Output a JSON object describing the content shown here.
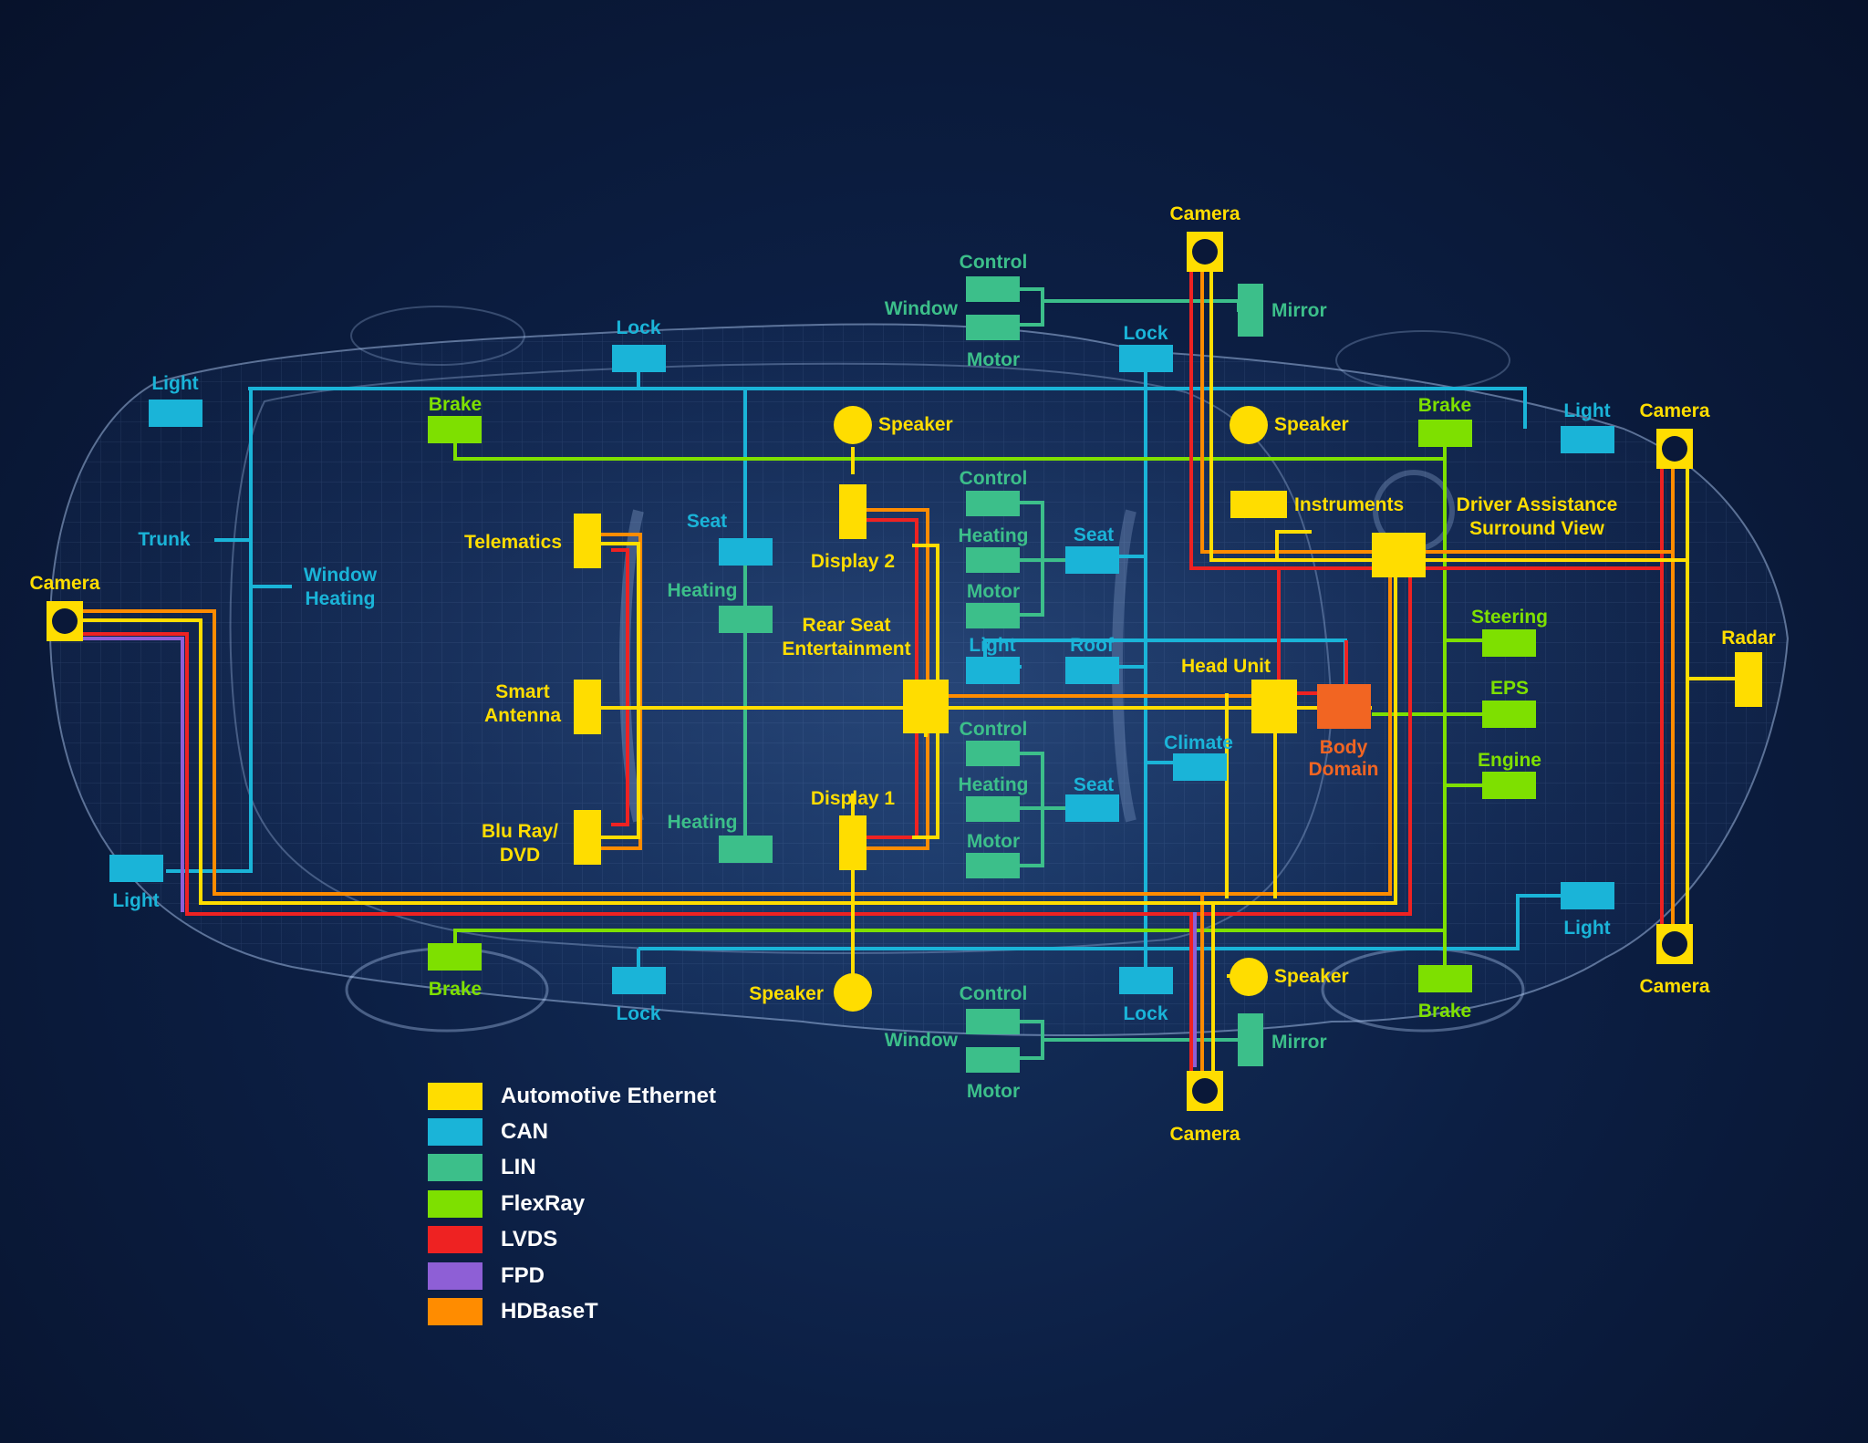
{
  "colors": {
    "automotive_ethernet": "#ffdd00",
    "can": "#1ab4d8",
    "lin": "#3cbf8a",
    "flexray": "#7ee000",
    "lvds": "#ee2222",
    "fpd": "#8e5fd6",
    "hdbaset": "#ff8c00",
    "body_domain": "#f26522",
    "background": "#0a1838"
  },
  "labels": {
    "camera_top": "Camera",
    "camera_left": "Camera",
    "camera_right_top": "Camera",
    "camera_right_bottom": "Camera",
    "camera_bottom": "Camera",
    "control_top": "Control",
    "window_top": "Window",
    "motor_top": "Motor",
    "mirror_top": "Mirror",
    "lock_top_left": "Lock",
    "lock_top_center": "Lock",
    "light_top_left": "Light",
    "light_top_right": "Light",
    "brake_top_left": "Brake",
    "brake_top_right": "Brake",
    "speaker_center_top": "Speaker",
    "speaker_right_top": "Speaker",
    "trunk": "Trunk",
    "window_heating_1": "Window",
    "window_heating_2": "Heating",
    "telematics": "Telematics",
    "seat_left": "Seat",
    "heating_left_top": "Heating",
    "display_2": "Display 2",
    "control_mid_top": "Control",
    "heating_mid_top": "Heating",
    "motor_mid_top": "Motor",
    "seat_mid_top": "Seat",
    "instruments": "Instruments",
    "driver_assistance_1": "Driver Assistance",
    "driver_assistance_2": "Surround View",
    "rear_seat_1": "Rear Seat",
    "rear_seat_2": "Entertainment",
    "light_mid": "Light",
    "roof": "Roof",
    "head_unit": "Head Unit",
    "steering": "Steering",
    "radar": "Radar",
    "smart_antenna_1": "Smart",
    "smart_antenna_2": "Antenna",
    "eps": "EPS",
    "body_domain_1": "Body",
    "body_domain_2": "Domain",
    "control_mid_bottom": "Control",
    "climate": "Climate",
    "engine": "Engine",
    "heating_mid_bottom": "Heating",
    "seat_mid_bottom": "Seat",
    "display_1": "Display 1",
    "heating_left_bottom": "Heating",
    "blu_ray_1": "Blu Ray/",
    "blu_ray_2": "DVD",
    "motor_mid_bottom": "Motor",
    "light_bottom_left": "Light",
    "light_bottom_right": "Light",
    "brake_bottom_left": "Brake",
    "brake_bottom_right": "Brake",
    "lock_bottom_left": "Lock",
    "lock_bottom_center": "Lock",
    "speaker_bottom_center": "Speaker",
    "speaker_bottom_right": "Speaker",
    "control_bottom": "Control",
    "window_bottom": "Window",
    "motor_bottom": "Motor",
    "mirror_bottom": "Mirror"
  },
  "legend": [
    {
      "label": "Automotive Ethernet",
      "color": "#ffdd00"
    },
    {
      "label": "CAN",
      "color": "#1ab4d8"
    },
    {
      "label": "LIN",
      "color": "#3cbf8a"
    },
    {
      "label": "FlexRay",
      "color": "#7ee000"
    },
    {
      "label": "LVDS",
      "color": "#ee2222"
    },
    {
      "label": "FPD",
      "color": "#8e5fd6"
    },
    {
      "label": "HDBaseT",
      "color": "#ff8c00"
    }
  ]
}
